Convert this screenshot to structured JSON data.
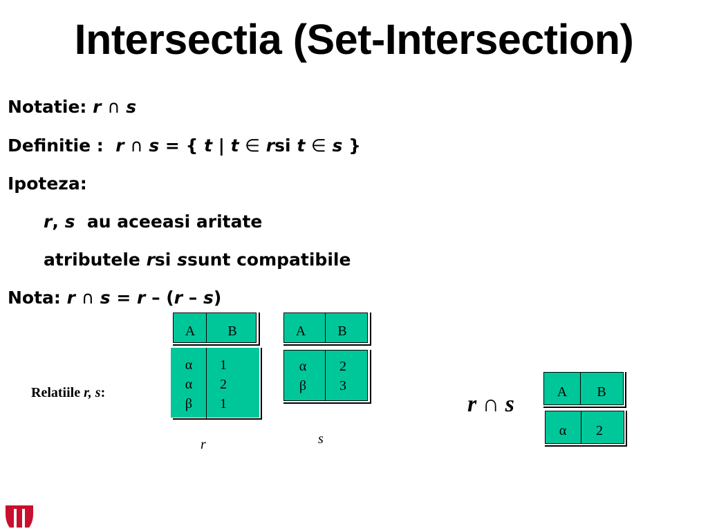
{
  "title": "Intersectia (Set-Intersection)",
  "notatie": {
    "label": "Notatie:",
    "r": "r",
    "cap": "∩",
    "s": "s"
  },
  "definitie": {
    "label": "Definitie :",
    "r": "r",
    "cap": "∩",
    "s": "s",
    "eq": "= {",
    "t1": "t",
    "bar": "|",
    "t2": "t",
    "in1": "∈",
    "r2": "r",
    "si": "si",
    "t3": "t",
    "in2": "∈",
    "s2": "s",
    "close": "}"
  },
  "ipoteza": {
    "label": "Ipoteza:"
  },
  "ipoteza_item1": {
    "r": "r",
    "comma": ",",
    "s": "s",
    "text": "au aceeasi aritate"
  },
  "ipoteza_item2": {
    "pre": "atributele",
    "r": "r",
    "si": "si",
    "s": "s",
    "post": "sunt compatibile"
  },
  "nota": {
    "label": "Nota:",
    "r": "r",
    "cap": "∩",
    "s": "s",
    "eq": "=",
    "r2": "r",
    "minus": "–",
    "open": "(",
    "r3": "r",
    "minus2": "–",
    "s2": "s",
    "close": ")"
  },
  "relations_label": {
    "text": "Relatiile",
    "vars": "r, s",
    "colon": ":"
  },
  "table_r": {
    "headers": [
      "A",
      "B"
    ],
    "col_a": [
      "α",
      "α",
      "β"
    ],
    "col_b": [
      "1",
      "2",
      "1"
    ],
    "caption": "r"
  },
  "table_s": {
    "headers": [
      "A",
      "B"
    ],
    "col_a": [
      "α",
      "β"
    ],
    "col_b": [
      "2",
      "3"
    ],
    "caption": "s"
  },
  "result": {
    "label": "r ∩ s",
    "headers": [
      "A",
      "B"
    ],
    "row": [
      "α",
      "2"
    ]
  },
  "colors": {
    "cell_fill": "#00c79a",
    "border": "#000000",
    "logo": "#c8102e"
  }
}
